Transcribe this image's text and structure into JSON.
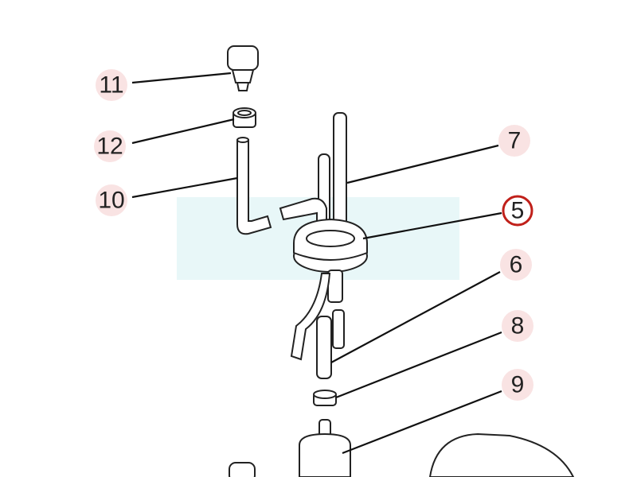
{
  "diagram": {
    "title": "Fuel filter assembly parts diagram",
    "highlight_color": "#c0201a",
    "bubble_color": "#f9e3e3",
    "watermark_color": "#e8f7f8",
    "callouts": [
      {
        "id": "11",
        "label": "11",
        "highlighted": false
      },
      {
        "id": "12",
        "label": "12",
        "highlighted": false
      },
      {
        "id": "10",
        "label": "10",
        "highlighted": false
      },
      {
        "id": "7",
        "label": "7",
        "highlighted": false
      },
      {
        "id": "5",
        "label": "5",
        "highlighted": true
      },
      {
        "id": "6",
        "label": "6",
        "highlighted": false
      },
      {
        "id": "8",
        "label": "8",
        "highlighted": false
      },
      {
        "id": "9",
        "label": "9",
        "highlighted": false
      }
    ]
  }
}
